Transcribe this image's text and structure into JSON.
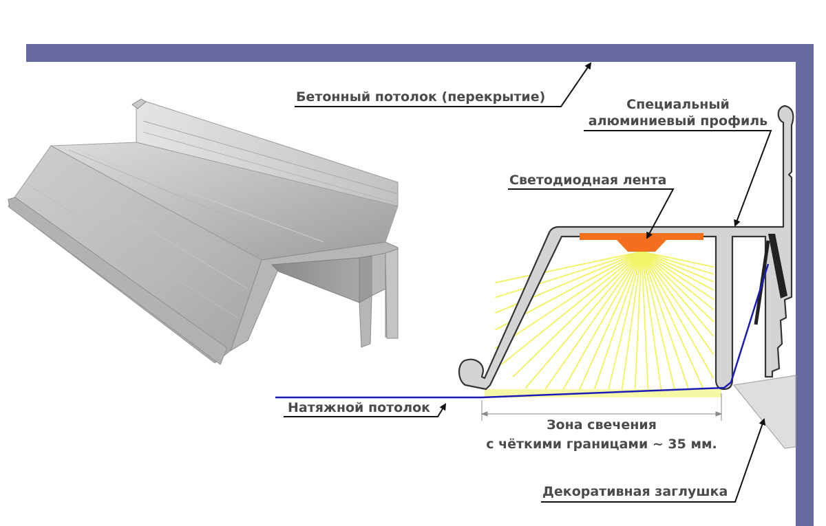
{
  "labels": {
    "ceiling": "Бетонный потолок (перекрытие)",
    "profile_line1": "Специальный",
    "profile_line2": "алюминиевый профиль",
    "led_strip": "Светодиодная лента",
    "stretch_ceiling": "Натяжной потолок",
    "zone_line1": "Зона свечения",
    "zone_line2": "с чёткими границами ~ 35 мм.",
    "plug": "Декоративная заглушка"
  },
  "colors": {
    "concrete": "#676a9e",
    "profile_fill": "#d4d4d4",
    "profile_stroke": "#333333",
    "led": "#f36f1d",
    "light_rays": "#f3f36a",
    "stretch_line": "#1a1ab8",
    "plug_fill": "#dedede"
  }
}
